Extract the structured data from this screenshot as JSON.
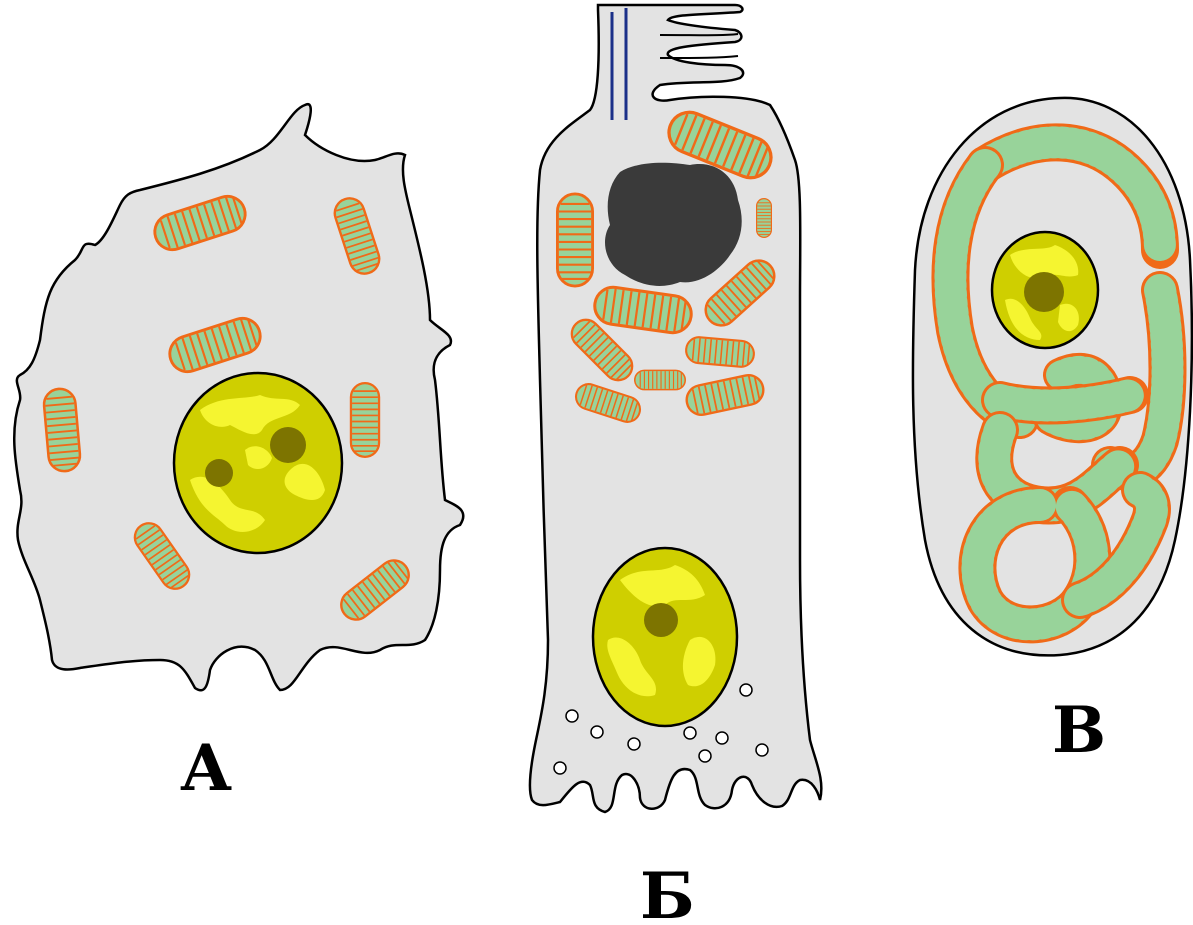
{
  "labels": {
    "cell_a": "А",
    "cell_b": "Б",
    "cell_c": "В"
  },
  "colors": {
    "cytoplasm": "#e3e3e3",
    "mitochondrion_fill": "#98d39a",
    "mitochondrion_membrane": "#f06a18",
    "nucleus": "#cfcf00",
    "chromatin": "#f5f530",
    "nucleolus": "#7d7400",
    "granule": "#3a3a3a",
    "cilia": "#1a2f88"
  }
}
